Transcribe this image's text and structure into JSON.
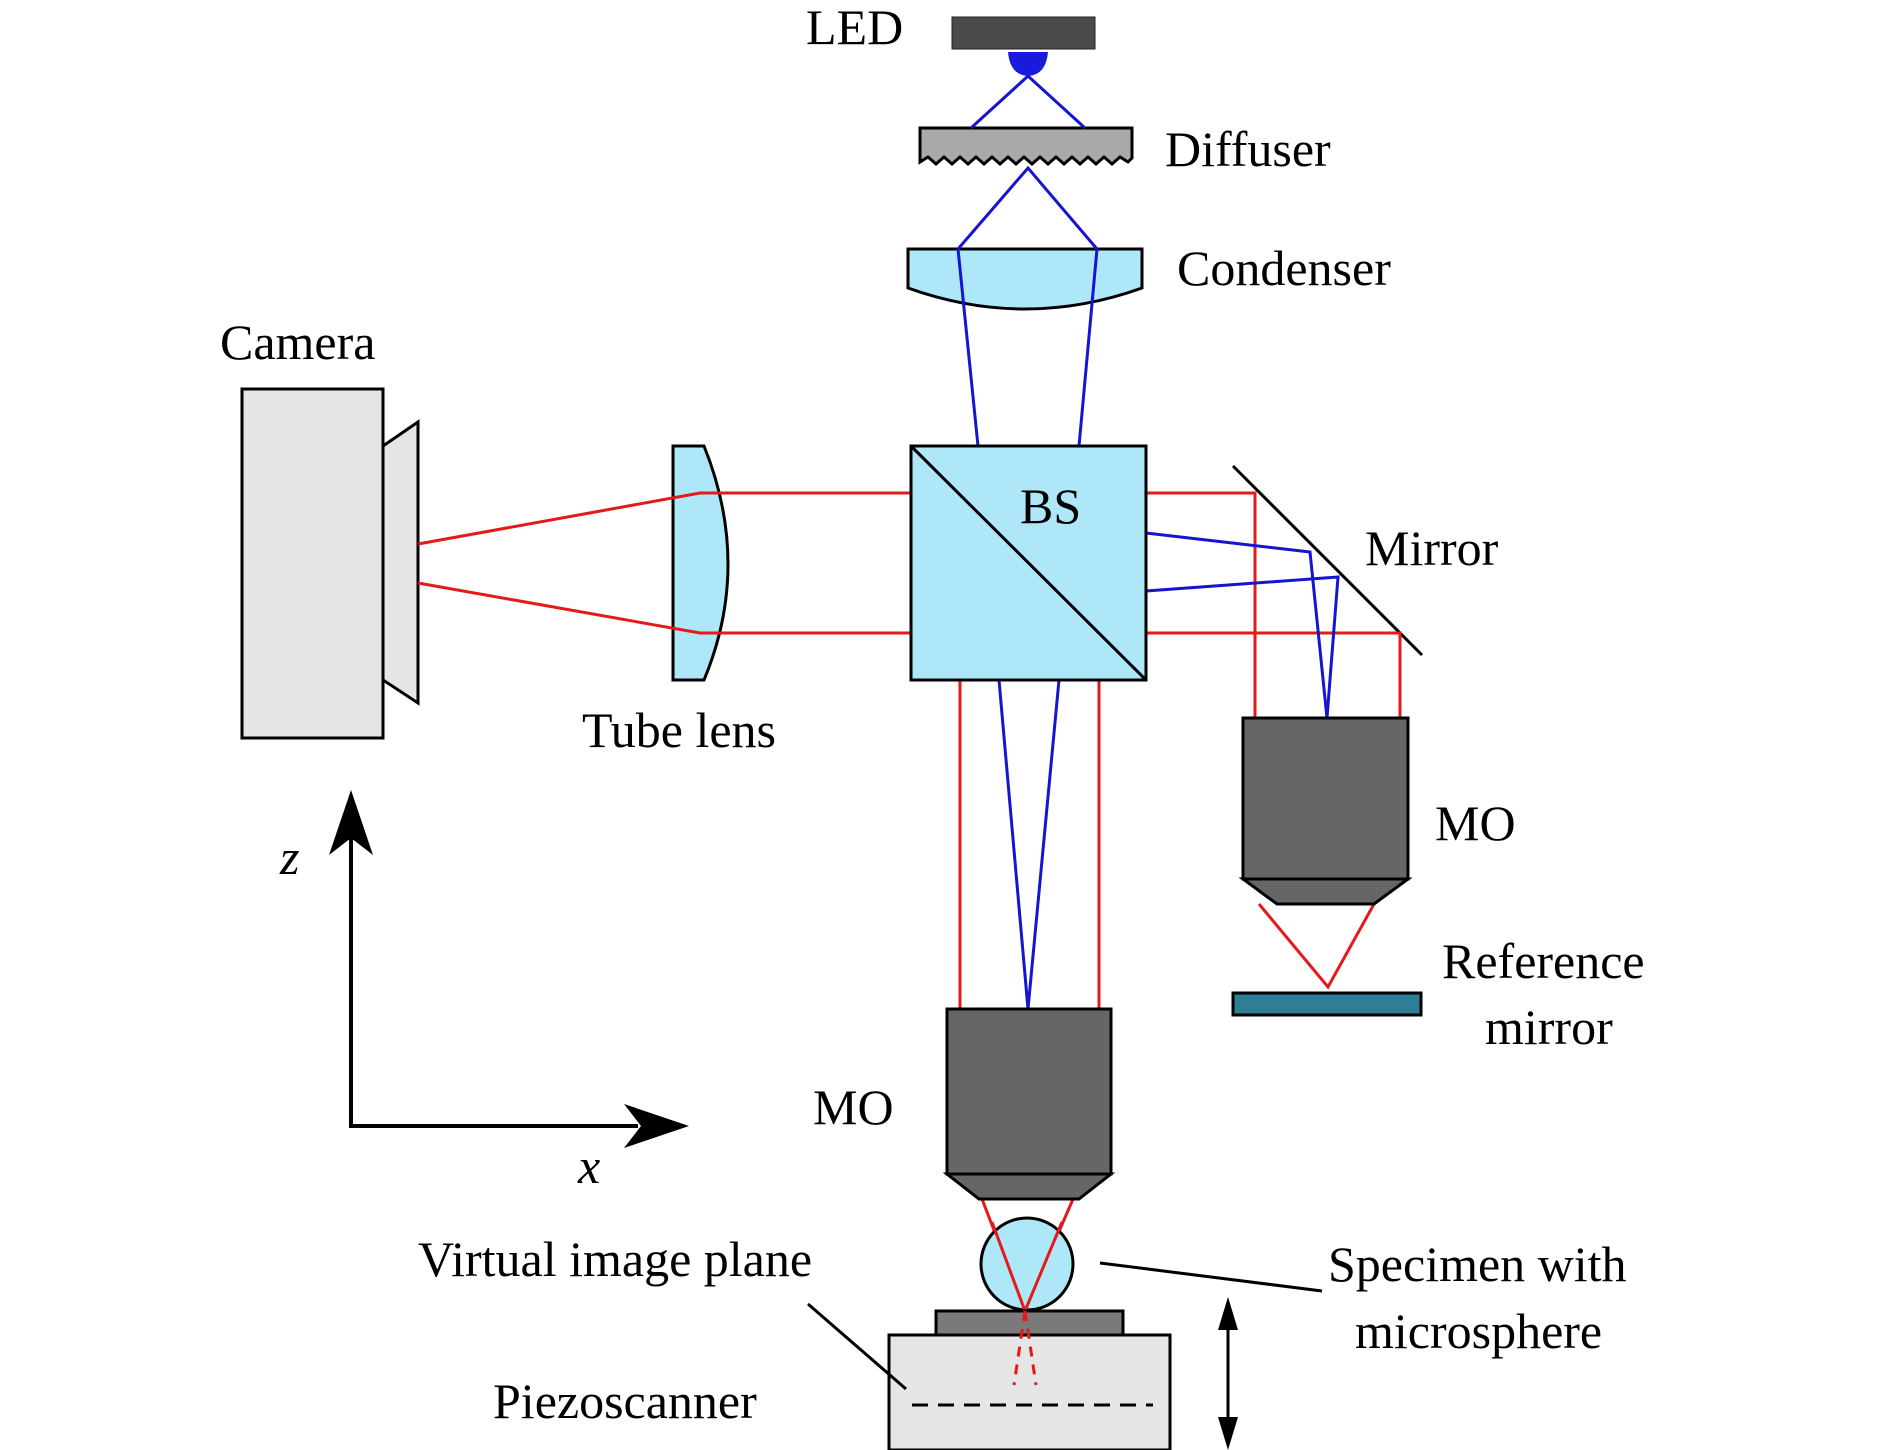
{
  "labels": {
    "led": "LED",
    "diffuser": "Diffuser",
    "condenser": "Condenser",
    "camera": "Camera",
    "bs": "BS",
    "mirror": "Mirror",
    "tube_lens": "Tube lens",
    "mo_right": "MO",
    "reference_mirror_line1": "Reference",
    "reference_mirror_line2": "mirror",
    "axis_z": "z",
    "axis_x": "x",
    "mo_bottom": "MO",
    "virtual_image_plane": "Virtual image plane",
    "specimen_line1": "Specimen with",
    "specimen_line2": "microsphere",
    "piezoscanner": "Piezoscanner"
  },
  "colors": {
    "illumination_ray": "#1414d2",
    "imaging_ray": "#e41a1a",
    "glass": "#aee8f8",
    "objective": "#666666",
    "housing": "#e6e6e6",
    "reference_mirror": "#2e7f96",
    "led_bar": "#4a4a4a",
    "led_emitter": "#1a1adc"
  }
}
